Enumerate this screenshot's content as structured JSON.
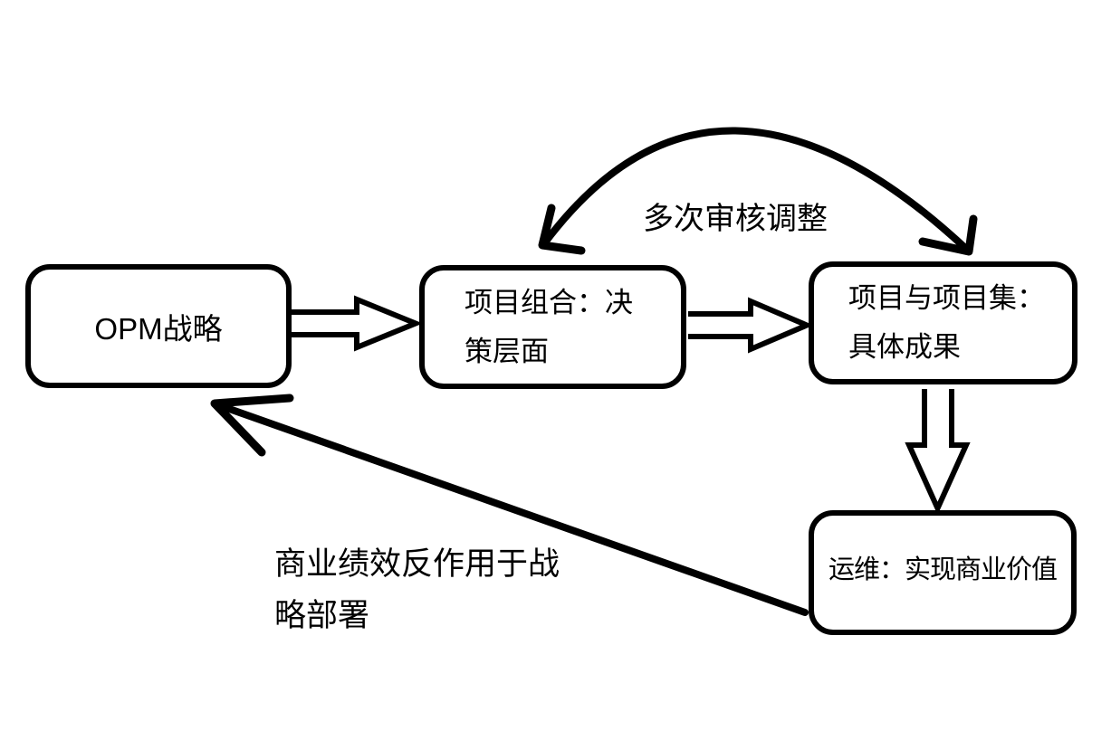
{
  "canvas": {
    "background": "#ffffff",
    "ink_color": "#000000"
  },
  "nodes": {
    "opm": {
      "label": "OPM战略"
    },
    "portfolio": {
      "lines": [
        "项目组合：决",
        "策层面"
      ]
    },
    "programs": {
      "lines": [
        "项目与项目集：",
        "具体成果"
      ]
    },
    "operations": {
      "label": "运维：实现商业价值"
    }
  },
  "edge_labels": {
    "review": {
      "text": "多次审核调整"
    },
    "feedback": {
      "lines": [
        "商业绩效反作用于战",
        "略部署"
      ]
    }
  },
  "edges": [
    {
      "from": "opm",
      "to": "portfolio",
      "style": "hollow-block-arrow-right"
    },
    {
      "from": "portfolio",
      "to": "programs",
      "style": "hollow-block-arrow-right"
    },
    {
      "from": "programs",
      "to": "operations",
      "style": "hollow-block-arrow-down"
    },
    {
      "from": "portfolio",
      "to": "programs",
      "style": "curved-double-headed-arrow",
      "label": "多次审核调整"
    },
    {
      "from": "operations",
      "to": "opm",
      "style": "straight-line-arrow",
      "label": "商业绩效反作用于战略部署"
    }
  ]
}
